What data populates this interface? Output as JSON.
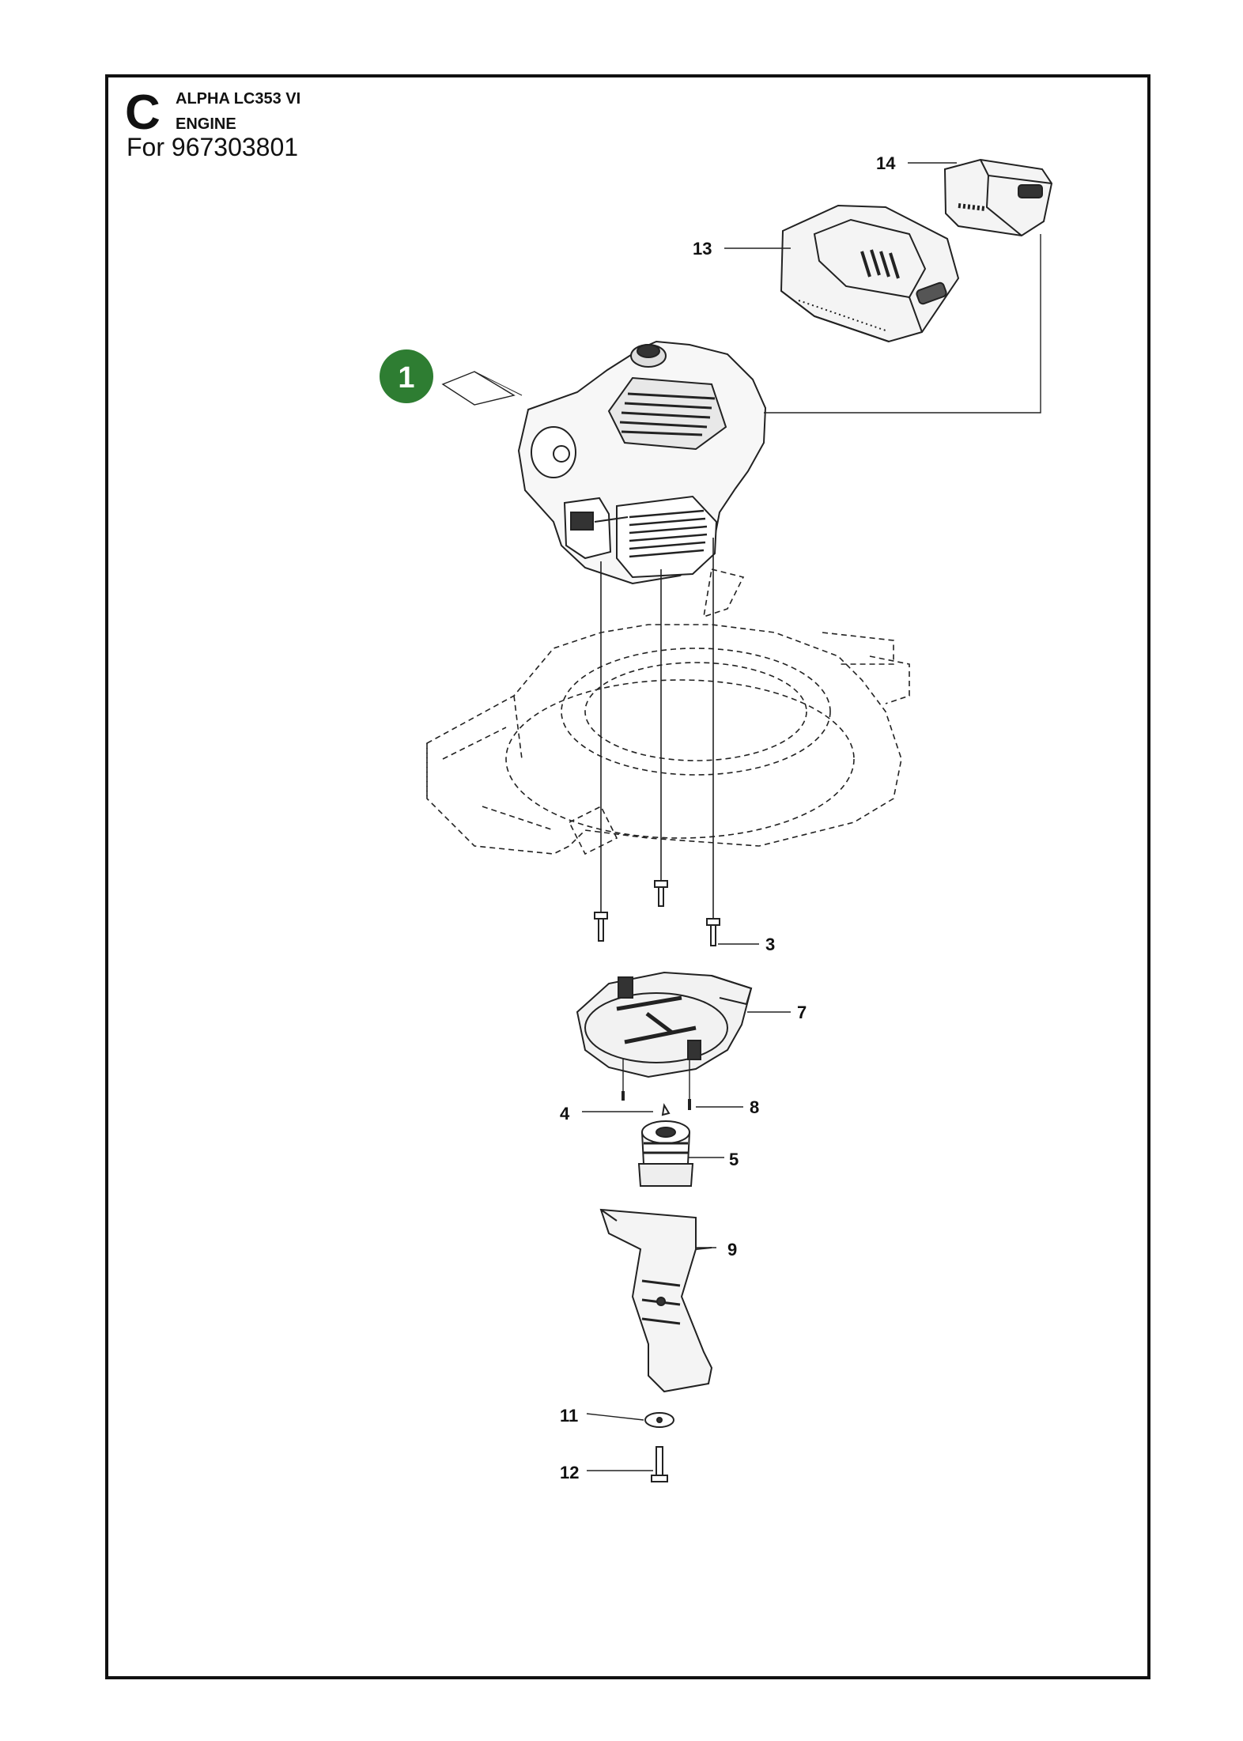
{
  "header": {
    "section_letter": "C",
    "model": "ALPHA LC353 VI",
    "section_name": "ENGINE",
    "for_label": "For 967303801"
  },
  "badge": {
    "label": "1",
    "color": "#2e7d32"
  },
  "callouts": [
    {
      "label": "14"
    },
    {
      "label": "13"
    },
    {
      "label": "3"
    },
    {
      "label": "7"
    },
    {
      "label": "4"
    },
    {
      "label": "8"
    },
    {
      "label": "5"
    },
    {
      "label": "9"
    },
    {
      "label": "11"
    },
    {
      "label": "12"
    }
  ]
}
